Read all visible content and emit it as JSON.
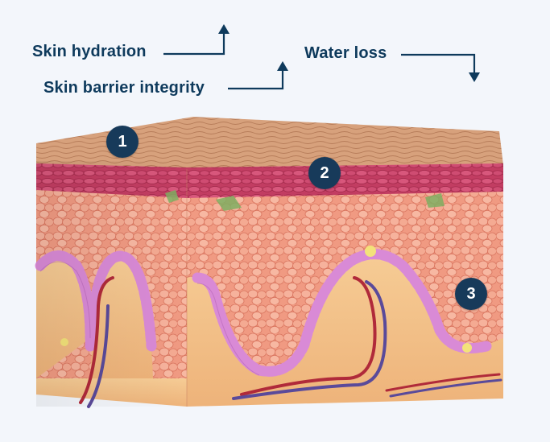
{
  "labels": {
    "hydration": "Skin hydration",
    "barrier": "Skin barrier integrity",
    "water_loss": "Water loss"
  },
  "indicators": {
    "hydration": "up",
    "barrier": "up",
    "water_loss": "down"
  },
  "badges": {
    "one": "1",
    "two": "2",
    "three": "3"
  },
  "colors": {
    "background": "#f3f6fb",
    "label_text": "#0e3a5c",
    "badge_fill": "#173a5a",
    "badge_text": "#ffffff",
    "stratum_corneum": "#d9a27e",
    "granular_layer": "#c8456a",
    "spinous_cells": "#f2a08a",
    "basal_cells": "#d98ad6",
    "dermis": "#f3c28a",
    "artery": "#b02a3a",
    "vein": "#5a4a9a"
  }
}
